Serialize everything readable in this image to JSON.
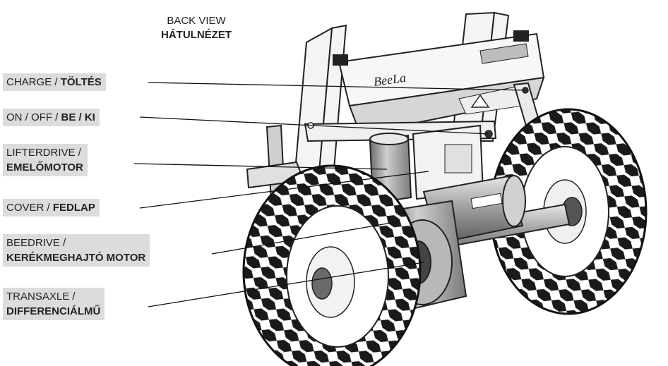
{
  "title": {
    "line1": "BACK VIEW",
    "line2": "HÁTULNÉZET"
  },
  "brand": "BeeLa",
  "labels": [
    {
      "id": "charge",
      "text": "CHARGE / ",
      "bold": "TÖLTÉS"
    },
    {
      "id": "onoff",
      "text": "ON / OFF / ",
      "bold": "BE / KI"
    },
    {
      "id": "lifterdrive",
      "text": "LIFTERDRIVE /",
      "bold": "EMELŐMOTOR"
    },
    {
      "id": "cover",
      "text": "COVER / ",
      "bold": "FEDLAP"
    },
    {
      "id": "beedrive",
      "text": "BEEDRIVE /",
      "bold": "KERÉKMEGHAJTÓ MOTOR"
    },
    {
      "id": "transaxle",
      "text": "TRANSAXLE /",
      "bold": "DIFFERENCIÁLMŰ"
    }
  ]
}
